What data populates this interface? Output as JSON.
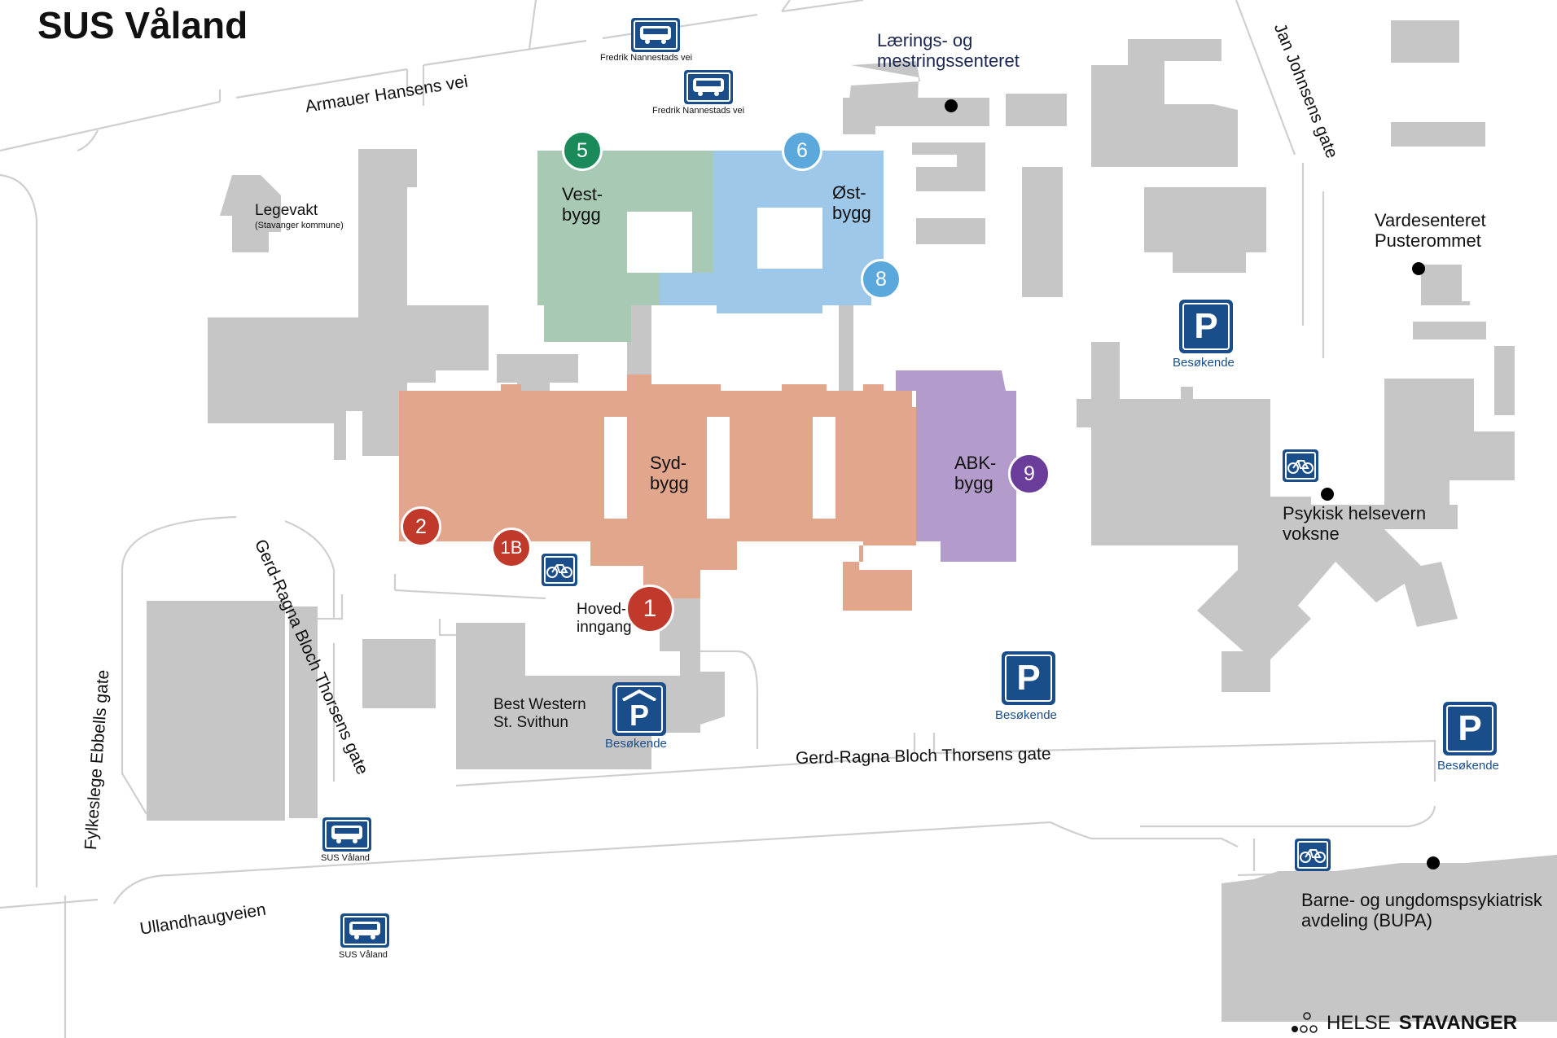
{
  "title": "SUS Våland",
  "roads": {
    "armauer": "Armauer Hansens vei",
    "jan_johnsen": "Jan Johnsens gate",
    "gerd_ragna_vertical": "Gerd-Ragna Bloch Thorsens gate",
    "gerd_ragna_horizontal": "Gerd-Ragna Bloch Thorsens gate",
    "fylkeslege": "Fylkeslege Ebbells gate",
    "ullandhaug": "Ullandhaugveien"
  },
  "buildings": {
    "vestbygg": "Vest-\nbygg",
    "ostbygg": "Øst-\nbygg",
    "sydbygg": "Syd-\nbygg",
    "abk": "ABK-\nbygg"
  },
  "places": {
    "legevakt": "Legevakt",
    "legevakt_sub": "(Stavanger kommune)",
    "laerings": "Lærings- og\nmestringssenteret",
    "vardesenteret": "Vardesenteret\nPusterommet",
    "psykisk": "Psykisk helsevern\nvoksne",
    "bupa": "Barne- og ungdomspsykiatrisk\navdeling (BUPA)",
    "hovedinngang": "Hoved-\ninngang",
    "best_western": "Best Western\nSt. Svithun"
  },
  "markers": [
    {
      "id": "5",
      "color": "#1a8a5a"
    },
    {
      "id": "6",
      "color": "#5aa8dc"
    },
    {
      "id": "8",
      "color": "#5aa8dc"
    },
    {
      "id": "2",
      "color": "#c0392b"
    },
    {
      "id": "1B",
      "color": "#c0392b"
    },
    {
      "id": "1",
      "color": "#c0392b"
    },
    {
      "id": "9",
      "color": "#6a3d9a"
    }
  ],
  "parking": {
    "symbol": "P",
    "caption": "Besøkende"
  },
  "bus_stops": {
    "fredrik": "Fredrik Nannestads vei",
    "sus": "SUS Våland"
  },
  "logo": {
    "part1": "HELSE",
    "part2": "STAVANGER"
  },
  "colors": {
    "vestbygg": "#a8c9b4",
    "ostbygg": "#9ec8ea",
    "sydbygg": "#e2a68c",
    "abk": "#b39ccb",
    "building": "#c6c6c6",
    "sign_blue": "#1a4e8a"
  }
}
